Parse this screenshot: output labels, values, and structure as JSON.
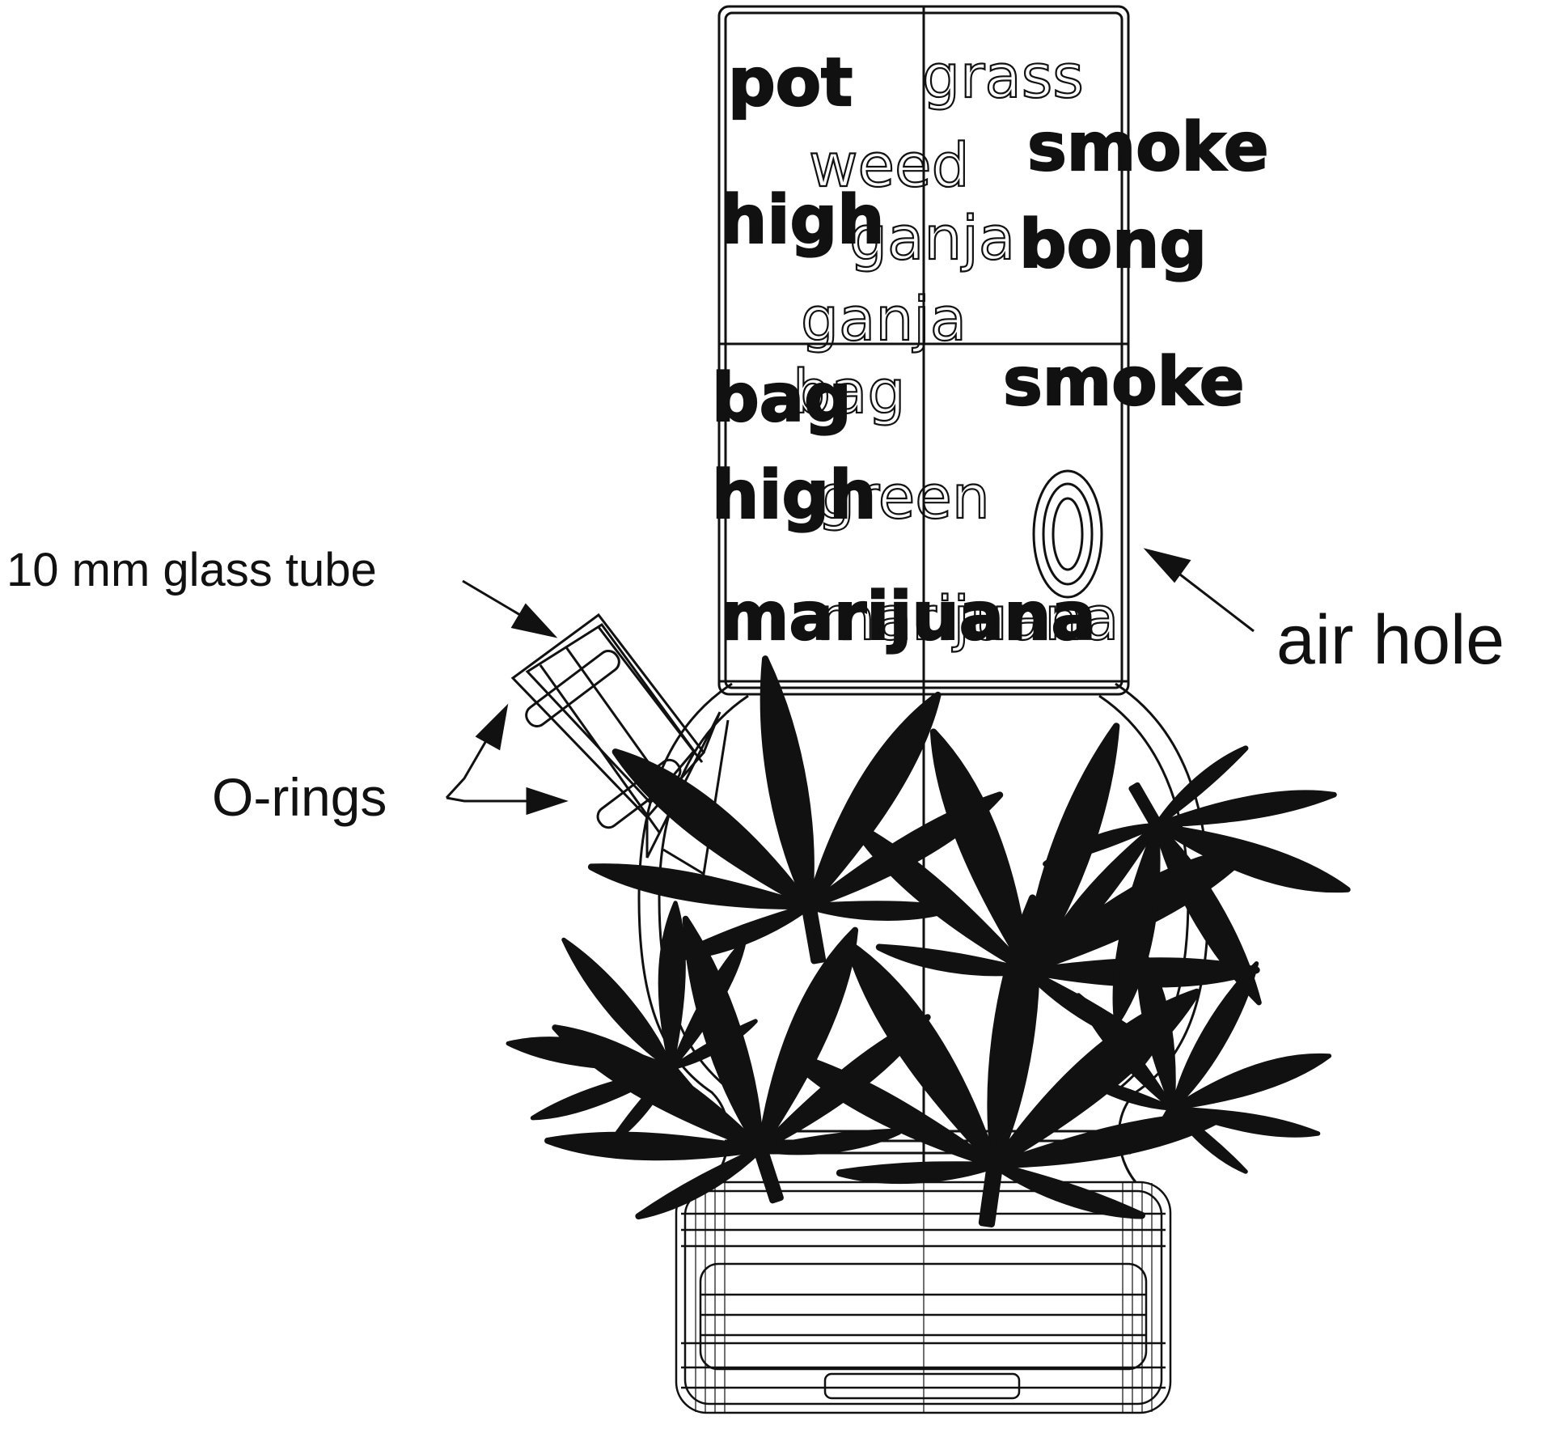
{
  "callouts": {
    "glass_tube": "10 mm glass tube",
    "o_rings": "O-rings",
    "air_hole": "air hole"
  },
  "decorative_words": [
    "grass",
    "weed",
    "smoke",
    "high",
    "bag",
    "green",
    "marijuana",
    "ganja",
    "bong",
    "pot"
  ],
  "colors": {
    "line": "#111111",
    "fill": "#111111",
    "background": "#ffffff"
  }
}
